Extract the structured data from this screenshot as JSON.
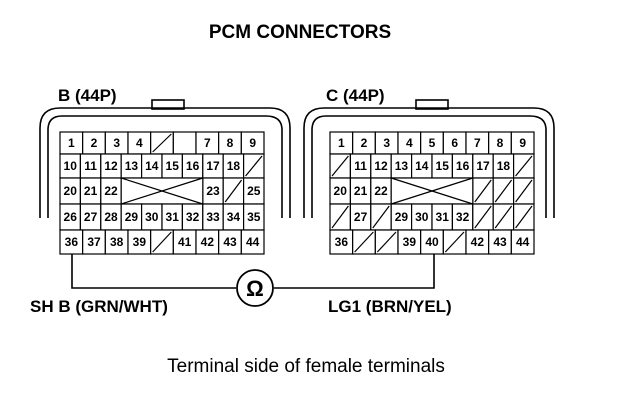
{
  "title": "PCM CONNECTORS",
  "caption": "Terminal side of female terminals",
  "ohm_symbol": "Ω",
  "connectors": [
    {
      "id": "B",
      "label": "B (44P)",
      "rows": [
        [
          "1",
          "2",
          "3",
          "4",
          "/",
          "",
          "7",
          "8",
          "9"
        ],
        [
          "10",
          "11",
          "12",
          "13",
          "14",
          "15",
          "16",
          "17",
          "18",
          "/"
        ],
        [
          "20",
          "21",
          "22",
          "X",
          "X",
          "X",
          "X",
          "23",
          "/",
          "25"
        ],
        [
          "26",
          "27",
          "28",
          "29",
          "30",
          "31",
          "32",
          "33",
          "34",
          "35"
        ],
        [
          "36",
          "37",
          "38",
          "39",
          "/",
          "41",
          "42",
          "43",
          "44"
        ]
      ]
    },
    {
      "id": "C",
      "label": "C (44P)",
      "rows": [
        [
          "1",
          "2",
          "3",
          "4",
          "5",
          "6",
          "7",
          "8",
          "9"
        ],
        [
          "/",
          "11",
          "12",
          "13",
          "14",
          "15",
          "16",
          "17",
          "18",
          "/"
        ],
        [
          "20",
          "21",
          "22",
          "X",
          "X",
          "X",
          "X",
          "/",
          "/",
          "/"
        ],
        [
          "/",
          "27",
          "/",
          "29",
          "30",
          "31",
          "32",
          "/",
          "/",
          "/"
        ],
        [
          "36",
          "/",
          "/",
          "39",
          "40",
          "/",
          "42",
          "43",
          "44"
        ]
      ]
    }
  ],
  "probes": [
    {
      "terminal": "B36",
      "label": "SH B (GRN/WHT)"
    },
    {
      "terminal": "C40",
      "label": "LG1 (BRN/YEL)"
    }
  ]
}
